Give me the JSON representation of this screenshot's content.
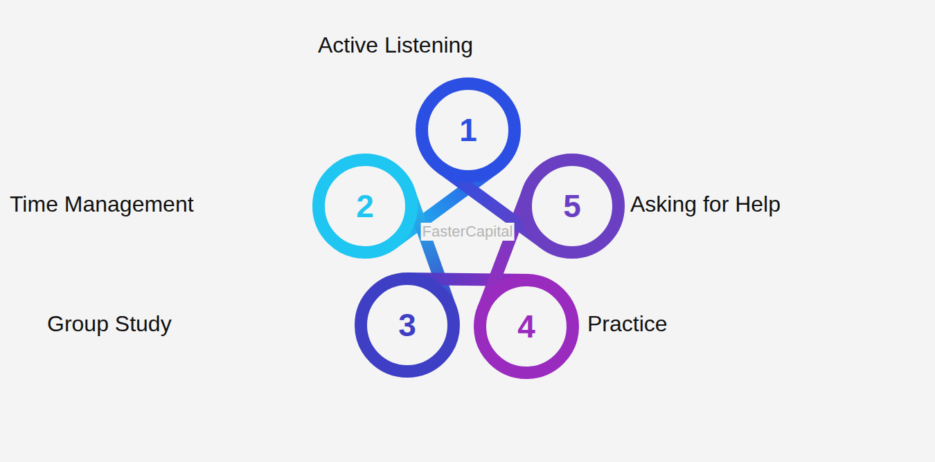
{
  "diagram": {
    "nodes": [
      {
        "text": [
          "1"
        ]
      },
      {
        "text": [
          "2"
        ]
      },
      {
        "text": [
          "3"
        ]
      },
      {
        "text": [
          "4"
        ]
      },
      {
        "text": [
          "5"
        ]
      }
    ],
    "edges": [
      {
        "from": 0,
        "to": 1,
        "arrow": "none"
      },
      {
        "from": 1,
        "to": 2,
        "arrow": "none"
      },
      {
        "from": 2,
        "to": 3,
        "arrow": "none"
      },
      {
        "from": 3,
        "to": 4,
        "arrow": "none"
      },
      {
        "from": 4,
        "to": 0,
        "arrow": "none"
      }
    ],
    "labels": [
      "Active Listening",
      "Time Management",
      "Group Study",
      "Practice",
      "Asking for Help",
      "FasterCapital"
    ]
  }
}
